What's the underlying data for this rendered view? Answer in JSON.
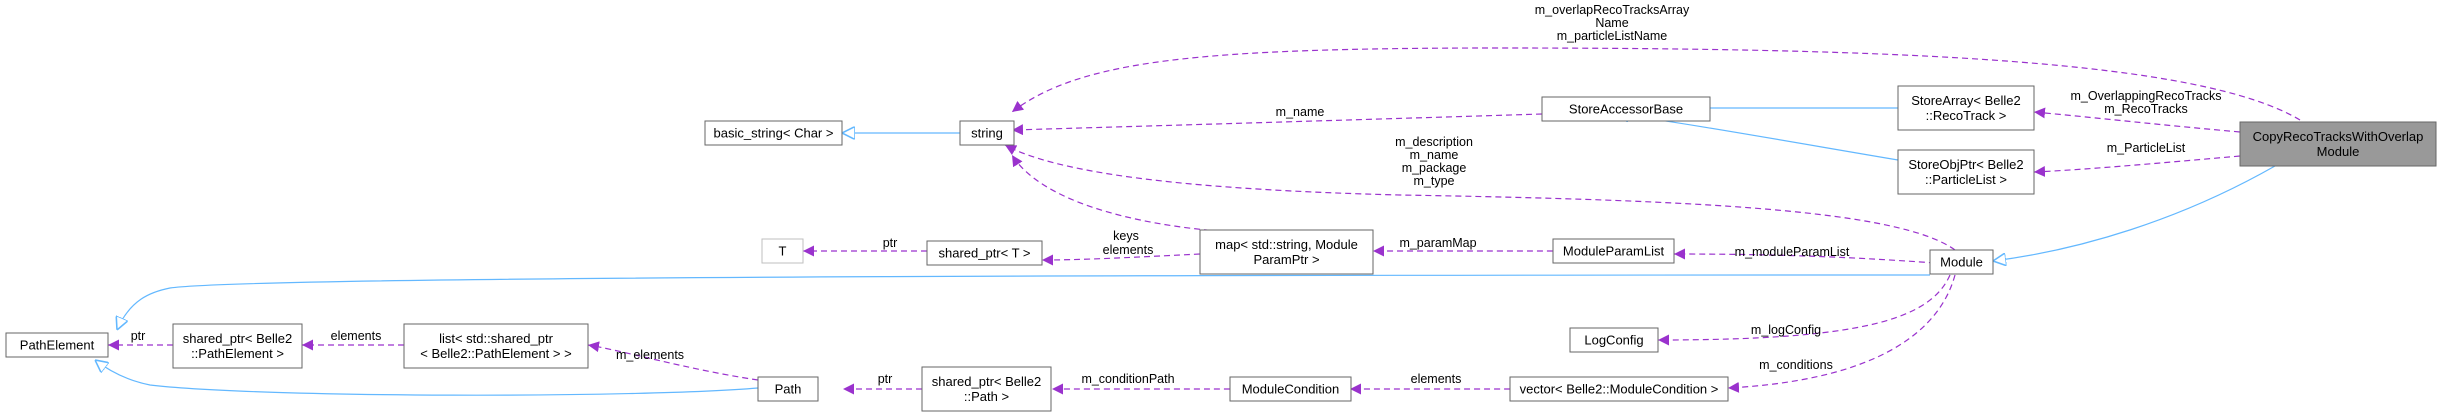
{
  "colors": {
    "inheritance": "#63b8ff",
    "usage": "#9a32cd",
    "highlight_fill": "#999999"
  },
  "nodes": {
    "copy_reco": [
      "CopyRecoTracksWithOverlap",
      "Module"
    ],
    "store_array": [
      "StoreArray< Belle2",
      "::RecoTrack >"
    ],
    "store_obj": [
      "StoreObjPtr< Belle2",
      "::ParticleList >"
    ],
    "store_accessor": [
      "StoreAccessorBase"
    ],
    "string": [
      "string"
    ],
    "basic_string": [
      "basic_string< Char >"
    ],
    "module": [
      "Module"
    ],
    "module_param_list": [
      "ModuleParamList"
    ],
    "map": [
      "map< std::string, Module",
      "ParamPtr >"
    ],
    "shared_ptr_t": [
      "shared_ptr< T >"
    ],
    "t": [
      "T"
    ],
    "path_element": [
      "PathElement"
    ],
    "shared_ptr_pe": [
      "shared_ptr< Belle2",
      "::PathElement >"
    ],
    "list": [
      "list< std::shared_ptr",
      "< Belle2::PathElement > >"
    ],
    "path": [
      "Path"
    ],
    "shared_ptr_path": [
      "shared_ptr< Belle2",
      "::Path >"
    ],
    "module_condition": [
      "ModuleCondition"
    ],
    "vector": [
      "vector< Belle2::ModuleCondition >"
    ],
    "log_config": [
      "LogConfig"
    ]
  },
  "edge_labels": {
    "overlap_string": [
      "m_overlapRecoTracksArray",
      "Name",
      "m_particleListName"
    ],
    "store_array_copy": [
      "m_OverlappingRecoTracks",
      "m_RecoTracks"
    ],
    "store_obj_copy": [
      "m_ParticleList"
    ],
    "accessor_string": [
      "m_name"
    ],
    "module_string": [
      "m_description",
      "m_name",
      "m_package",
      "m_type"
    ],
    "map_string": [
      "keys"
    ],
    "t_shared": [
      "ptr"
    ],
    "shared_map": [
      "elements"
    ],
    "map_param_list": [
      "m_paramMap"
    ],
    "param_list_module": [
      "m_moduleParamList"
    ],
    "log_module": [
      "m_logConfig"
    ],
    "vector_module": [
      "m_conditions"
    ],
    "condition_vector": [
      "elements"
    ],
    "path_condition": [
      "m_conditionPath"
    ],
    "shared_path_path": [
      "ptr"
    ],
    "list_path": [
      "m_elements"
    ],
    "shared_pe_list": [
      "elements"
    ],
    "pe_shared_pe": [
      "ptr"
    ]
  }
}
